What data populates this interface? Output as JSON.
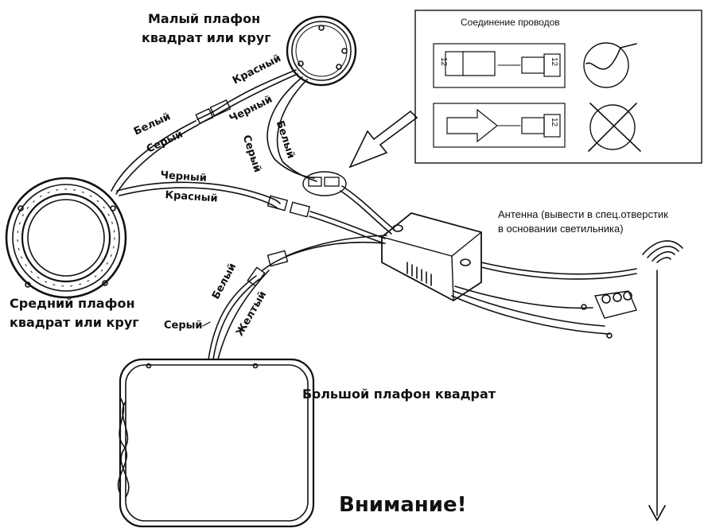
{
  "labels": {
    "small_lamp_line1": "Малый плафон",
    "small_lamp_line2": "квадрат или круг",
    "medium_lamp_line1": "Средний плафон",
    "medium_lamp_line2": "квадрат или круг",
    "large_lamp": "Большой плафон квадрат",
    "warning": "Внимание!",
    "antenna_line1": "Антенна (вывести в спец.отверстик",
    "antenna_line2": "в основании светильника)",
    "connection_title": "Соединение проводов",
    "connector_pin_label": "12"
  },
  "wires": {
    "red_small": "Красный",
    "black_small": "Черный",
    "white_left": "Белый",
    "gray_left": "Серый",
    "gray_mid": "Серый",
    "white_mid": "Белый",
    "black_medium": "Черный",
    "red_medium": "Красный",
    "white_large": "Белый",
    "gray_large": "Серый",
    "yellow_large": "Желтый"
  }
}
